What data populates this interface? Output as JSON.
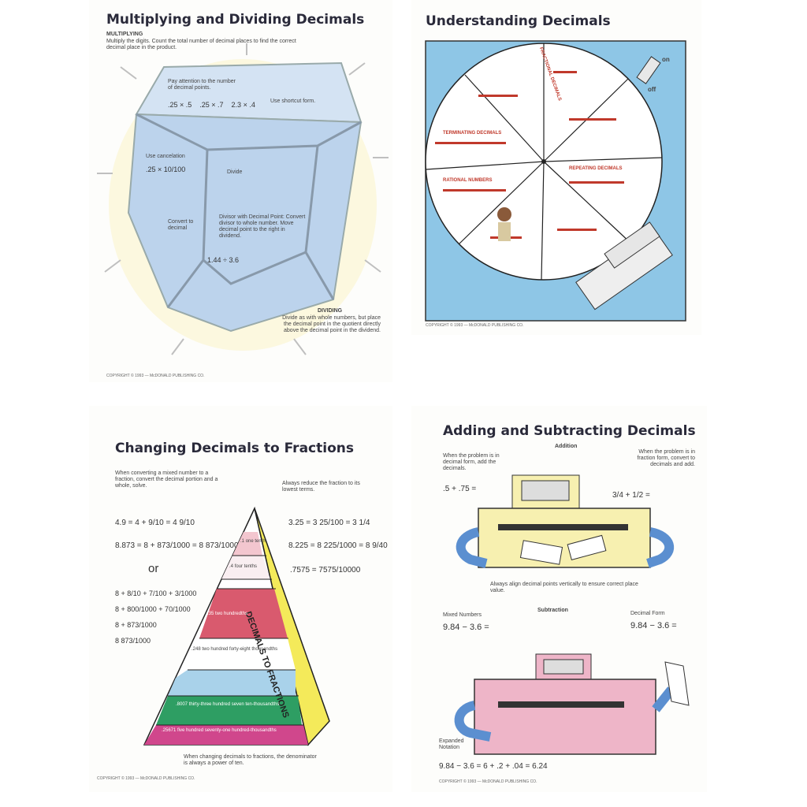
{
  "panels": {
    "multiplying": {
      "title": "Multiplying and Dividing Decimals",
      "subhead": "MULTIPLYING",
      "intro": "Multiply the digits. Count the total number of decimal places to find the correct decimal place in the product.",
      "notes": [
        "Pay attention to the number of decimal points.",
        "Use shortcut form.",
        "Use cancelation",
        "Divide",
        "Divisor with Decimal Point: Convert divisor to whole number. Move decimal point to the right in dividend.",
        "Convert to decimal"
      ],
      "dividing_head": "DIVIDING",
      "dividing_text": "Divide as with whole numbers, but place the decimal point in the quotient directly above the decimal point in the dividend.",
      "copyright": "COPYRIGHT © 1993 — McDONALD PUBLISHING CO."
    },
    "understanding": {
      "title": "Understanding Decimals",
      "switch_on": "on",
      "switch_off": "off",
      "wedges": [
        "FRACTIONAL DECIMALS",
        "REPEATING DECIMALS",
        "TERMINATING DECIMALS",
        "RATIONAL NUMBERS"
      ],
      "copyright": "COPYRIGHT © 1993 — McDONALD PUBLISHING CO."
    },
    "changing": {
      "title": "Changing Decimals to Fractions",
      "note_left": "When converting a mixed number to a fraction, convert the decimal portion and a whole, solve.",
      "note_right": "Always reduce the fraction to its lowest terms.",
      "eq1": "4.9 = 4 + 9/10 = 4 9/10",
      "eq2": "8.873 = 8 + 873/1000 = 8 873/1000",
      "or": "or",
      "eq3": "3.25 = 3 25/100 = 3 1/4",
      "eq4": "8.225 = 8 225/1000 = 8 9/40",
      "eq5": ".7575 = 7575/10000",
      "pyramid_label": "DECIMALS TO FRACTIONS",
      "levels": [
        {
          "value": ".1",
          "text": "one tenth"
        },
        {
          "value": ".4",
          "text": "four tenths"
        },
        {
          "value": ".35",
          "text": "two hundredths"
        },
        {
          "value": ".248",
          "text": "two hundred forty-eight thousandths"
        },
        {
          "value": ".8007",
          "text": "thirty-three hundred seven ten-thousandths"
        },
        {
          "value": ".25671",
          "text": "five hundred seventy-one hundred-thousandths"
        }
      ],
      "footer": "When changing decimals to fractions, the denominator is always a power of ten.",
      "copyright": "COPYRIGHT © 1993 — McDONALD PUBLISHING CO."
    },
    "adding": {
      "title": "Adding and Subtracting Decimals",
      "addition_head": "Addition",
      "add_note_left": "When the problem is in decimal form, add the decimals.",
      "add_note_right": "When the problem is in fraction form, convert to decimals and add.",
      "add_eq_left": ".5 + .75 =",
      "add_eq_right": "3/4 + 1/2 =",
      "align_note": "Always align decimal points vertically to ensure correct place value.",
      "subtraction_head": "Subtraction",
      "mixed_label": "Mixed Numbers",
      "decimal_label": "Decimal Form",
      "sub_eq_left": "9.84 − 3.6 =",
      "sub_eq_right": "9.84 − 3.6 =",
      "expanded_label": "Expanded Notation",
      "expanded_eq": "9.84 − 3.6 = 6 + .2 + .04 = 6.24",
      "copyright": "COPYRIGHT © 1993 — McDONALD PUBLISHING CO."
    }
  },
  "colors": {
    "crystal": "#c9dcf0",
    "poster_blue": "#8ec6e6",
    "wedge_text": "#c0392b",
    "pyramid_yellow": "#f4ea5a",
    "pyramid_pink": "#f3c6cf",
    "pyramid_red": "#d95a6e",
    "pyramid_blue": "#a9d2ea",
    "pyramid_green": "#2e9e63",
    "pyramid_magenta": "#d0478c",
    "register_yellow": "#f7f0b0",
    "register_pink": "#eeb5c8",
    "arm_blue": "#5b8fd0"
  }
}
